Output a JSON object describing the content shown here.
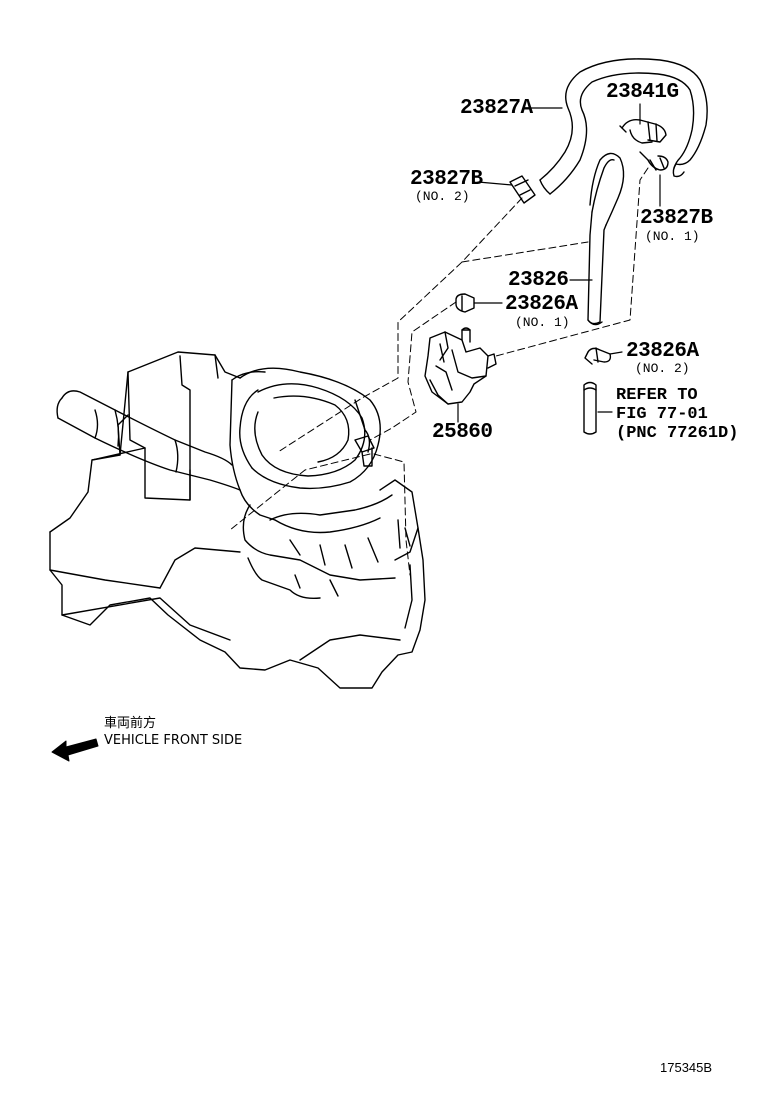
{
  "parts": [
    {
      "number": "23827A",
      "sub": ""
    },
    {
      "number": "23841G",
      "sub": ""
    },
    {
      "number": "23827B",
      "sub": "(NO. 2)"
    },
    {
      "number": "23827B",
      "sub": "(NO. 1)"
    },
    {
      "number": "23826",
      "sub": ""
    },
    {
      "number": "23826A",
      "sub": "(NO. 1)"
    },
    {
      "number": "23826A",
      "sub": "(NO. 2)"
    },
    {
      "number": "25860",
      "sub": ""
    }
  ],
  "reference": {
    "line1": "REFER TO",
    "line2": "FIG 77-01",
    "line3": "(PNC 77261D)"
  },
  "direction": {
    "label_jp": "車両前方",
    "label_en": "VEHICLE FRONT SIDE",
    "icon": "arrow-left-icon"
  },
  "figure_id": "175345B"
}
